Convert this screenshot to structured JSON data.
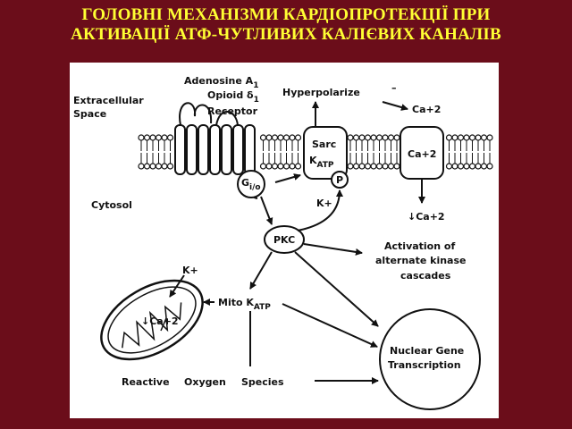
{
  "slide": {
    "title_line1": "ГОЛОВНІ МЕХАНІЗМИ КАРДІОПРОТЕКЦІЇ ПРИ",
    "title_line2": "АКТИВАЦІЇ АТФ-ЧУТЛИВИХ КАЛІЄВИХ КАНАЛІВ",
    "title_color": "#ffff33",
    "background_color": "#6b0d1a"
  },
  "diagram": {
    "region_extracellular_1": "Extracellular",
    "region_extracellular_2": "Space",
    "region_cytosol": "Cytosol",
    "receptor_line1": "Adenosine A",
    "receptor_line1_sub": "1",
    "receptor_line2": "Opioid δ",
    "receptor_line2_sub": "1",
    "receptor_line3": "Receptor",
    "g_protein": "G",
    "g_protein_sub": "i/o",
    "hyperpolarize": "Hyperpolarize",
    "minus_sign": "–",
    "sarc_katp_line1": "Sarc",
    "sarc_katp_line2": "K",
    "sarc_katp_sub": "ATP",
    "phospho": "P",
    "k_plus_sarc": "K+",
    "ca_channel": "Ca+2",
    "ca_outside": "Ca+2",
    "ca_cytosol": "↓Ca+2",
    "pkc": "PKC",
    "activation_line1": "Activation    of",
    "activation_line2": "alternate    kinase",
    "activation_line3": "cascades",
    "mito_k_plus": "K+",
    "mito_ca": "↓Ca+2",
    "mito_katp": "Mito K",
    "mito_katp_sub": "ATP",
    "nuclear_line1": "Nuclear  Gene",
    "nuclear_line2": "Transcription",
    "ros_reactive": "Reactive",
    "ros_oxygen": "Oxygen",
    "ros_species": "Species"
  }
}
